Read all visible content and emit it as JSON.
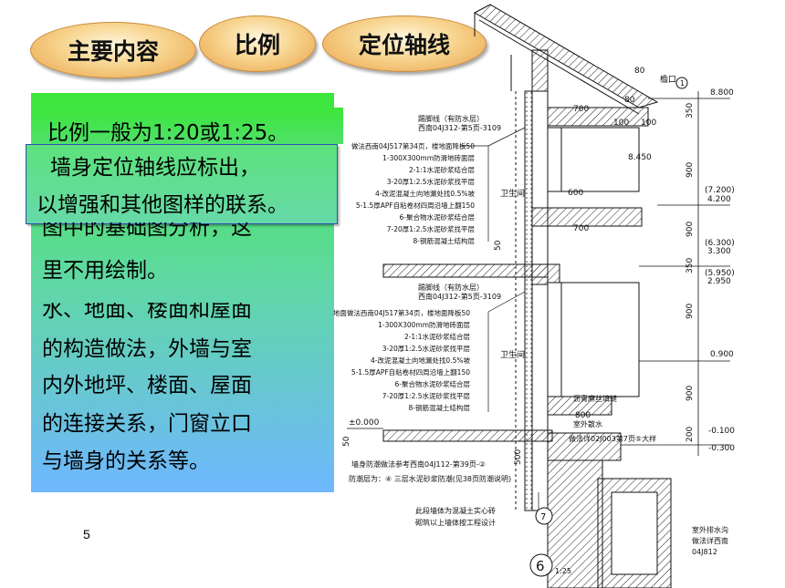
{
  "tabs": {
    "content": "主要内容",
    "scale": "比例",
    "axis": "定位轴线"
  },
  "panel": {
    "line_scale": "比例一般为1:20或1:25。",
    "axis_line1": "墙身定位轴线应标出，",
    "axis_line2": "以增强和其他图样的联系。",
    "frag_a": "图中的基础图分析，这",
    "frag_b": "里不用绘制。",
    "frag_c": "水、地面、楼面和屋面",
    "line_d": "的构造做法，外墙与室",
    "line_e": "内外地坪、楼面、屋面",
    "line_f": "的连接关系，门窗立口",
    "line_g": "与墙身的关系等。"
  },
  "page_number": "5",
  "drawing": {
    "elevations": [
      "8.800",
      "8.450",
      "(7.200)",
      "4.200",
      "(6.300)",
      "3.300",
      "(5.950)",
      "2.950",
      "0.900",
      "±0.000",
      "-0.100",
      "-0.300"
    ],
    "dims": [
      "700",
      "600",
      "700",
      "80",
      "80",
      "100",
      "100",
      "350",
      "900",
      "900",
      "900",
      "350",
      "900",
      "800",
      "500",
      "50",
      "50",
      "200"
    ],
    "gutter": "檐口",
    "room1": "卫生间",
    "room2": "卫生间",
    "skirt1_a": "踢脚线（有防水层）",
    "skirt1_b": "西南04J312-第5页-3109",
    "skirt2_a": "踢脚线（有防水层）",
    "skirt2_b": "西南04J312-第5页-3109",
    "floor1": [
      "做法西南04J517第34页，楼地面降板50",
      "1-300X300mm防滑地砖面层",
      "2-1:1水泥砂浆结合层",
      "3-20厚1:2.5水泥砂浆找平层",
      "4-改泥混凝土向地漏处找0.5%坡",
      "5-1.5厚APF自粘卷材四周沿墙上翻150",
      "6-聚合物水泥砂浆结合层",
      "7-20厚1:2.5水泥砂浆找平层",
      "8-钢筋混凝土结构层"
    ],
    "floor2": [
      "地面做法西南04J517第34页，楼地面降板50",
      "1-300X300mm防滑地砖面层",
      "2-1:1水泥砂浆结合层",
      "3-20厚1:2.5水泥砂浆找平层",
      "4-改泥混凝土向地漏处找0.5%坡",
      "5-1.5厚APF自粘卷材四周沿墙上翻150",
      "6-聚合物水泥砂浆结合层",
      "7-20厚1:2.5水泥砂浆找平层",
      "8-钢筋混凝土结构层"
    ],
    "seal": "沥青麻丝填缝",
    "outdoor": "室外散水",
    "outdoor_ref": "做法详02J003第7页⑤大样",
    "dampproof_a": "墙身防潮做法参考西南04J112-第39页-②",
    "dampproof_b": "防潮层为：④ 三层水泥砂浆防潮(见38页防潮说明)",
    "note_a": "此段墙体为混凝土实心砖",
    "note_b": "砌筑以上墙体按工程设计",
    "drain_a": "室外排水沟",
    "drain_b": "做法详西南",
    "drain_c": "04J812",
    "axis_no": "7",
    "detail_no": "6",
    "detail_scale": "1:25",
    "callout": "1"
  }
}
